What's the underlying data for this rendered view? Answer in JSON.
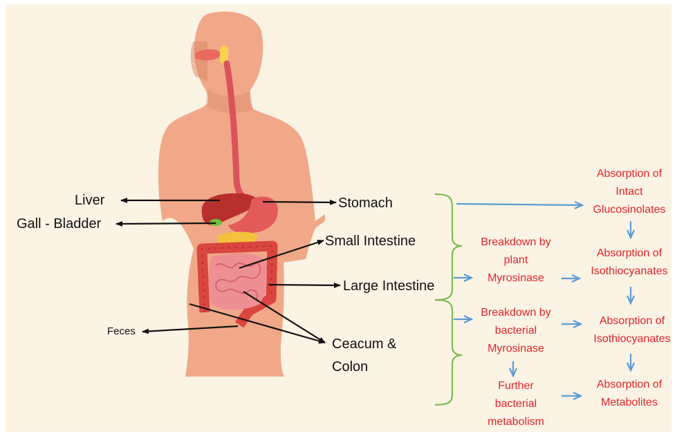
{
  "colors": {
    "background": "#fbf3e4",
    "skin": "#f0a889",
    "skin_shadow": "#d88566",
    "arrow_black": "#111111",
    "arrow_blue": "#5b9bd5",
    "bracket_green": "#7cba4e",
    "process_text": "#e8232a"
  },
  "organs": {
    "liver": "Liver",
    "gall_bladder": "Gall - Bladder",
    "stomach": "Stomach",
    "small_intestine": "Small Intestine",
    "large_intestine": "Large Intestine",
    "feces": "Feces",
    "ceacum_line1": "Ceacum &",
    "ceacum_line2": "Colon"
  },
  "processes": {
    "abs_intact": [
      "Absorption of",
      "Intact",
      "Glucosinolates"
    ],
    "breakdown_plant": [
      "Breakdown by",
      "plant",
      "Myrosinase"
    ],
    "abs_itc_1": [
      "Absorption of",
      "Isothiocyanates"
    ],
    "breakdown_bacterial": [
      "Breakdown by",
      "bacterial",
      "Myrosinase"
    ],
    "abs_itc_2": [
      "Absorption of",
      "Isothiocyanates"
    ],
    "further": [
      "Further",
      "bacterial",
      "metabolism"
    ],
    "abs_metabolites": [
      "Absorption of",
      "Metabolites"
    ]
  }
}
